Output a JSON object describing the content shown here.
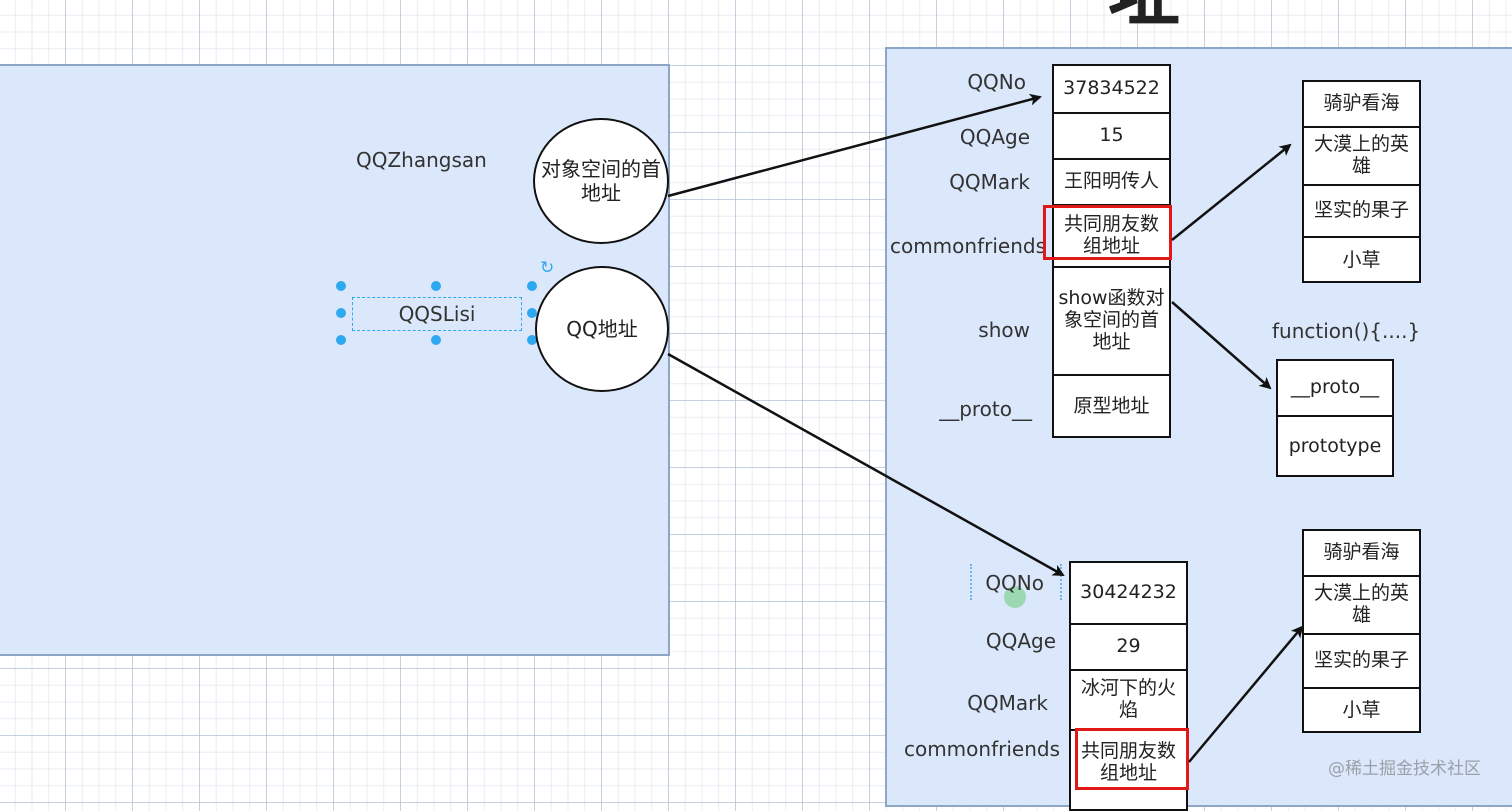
{
  "heading_glyph": "址",
  "watermark": "@稀土掘金技术社区",
  "left_panel": {
    "label_zhangsan": "QQZhangsan",
    "circle_top": "对象空间的首地址",
    "label_lisi": "QQSLisi",
    "circle_bottom": "QQ地址"
  },
  "object1": {
    "labels": [
      "QQNo",
      "QQAge",
      "QQMark",
      "commonfriends",
      "show",
      "__proto__"
    ],
    "cells": [
      "37834522",
      "15",
      "王阳明传人",
      "共同朋友数组地址",
      "show函数对象空间的首地址",
      "原型地址"
    ],
    "friends": [
      "骑驴看海",
      "大漠上的英雄",
      "坚实的果子",
      "小草"
    ],
    "function_label": "function(){....}",
    "proto_cells": [
      "__proto__",
      "prototype"
    ]
  },
  "object2": {
    "labels": [
      "QQNo",
      "QQAge",
      "QQMark",
      "commonfriends"
    ],
    "cells": [
      "30424232",
      "29",
      "冰河下的火焰",
      "共同朋友数组地址"
    ],
    "friends": [
      "骑驴看海",
      "大漠上的英雄",
      "坚实的果子",
      "小草"
    ]
  }
}
